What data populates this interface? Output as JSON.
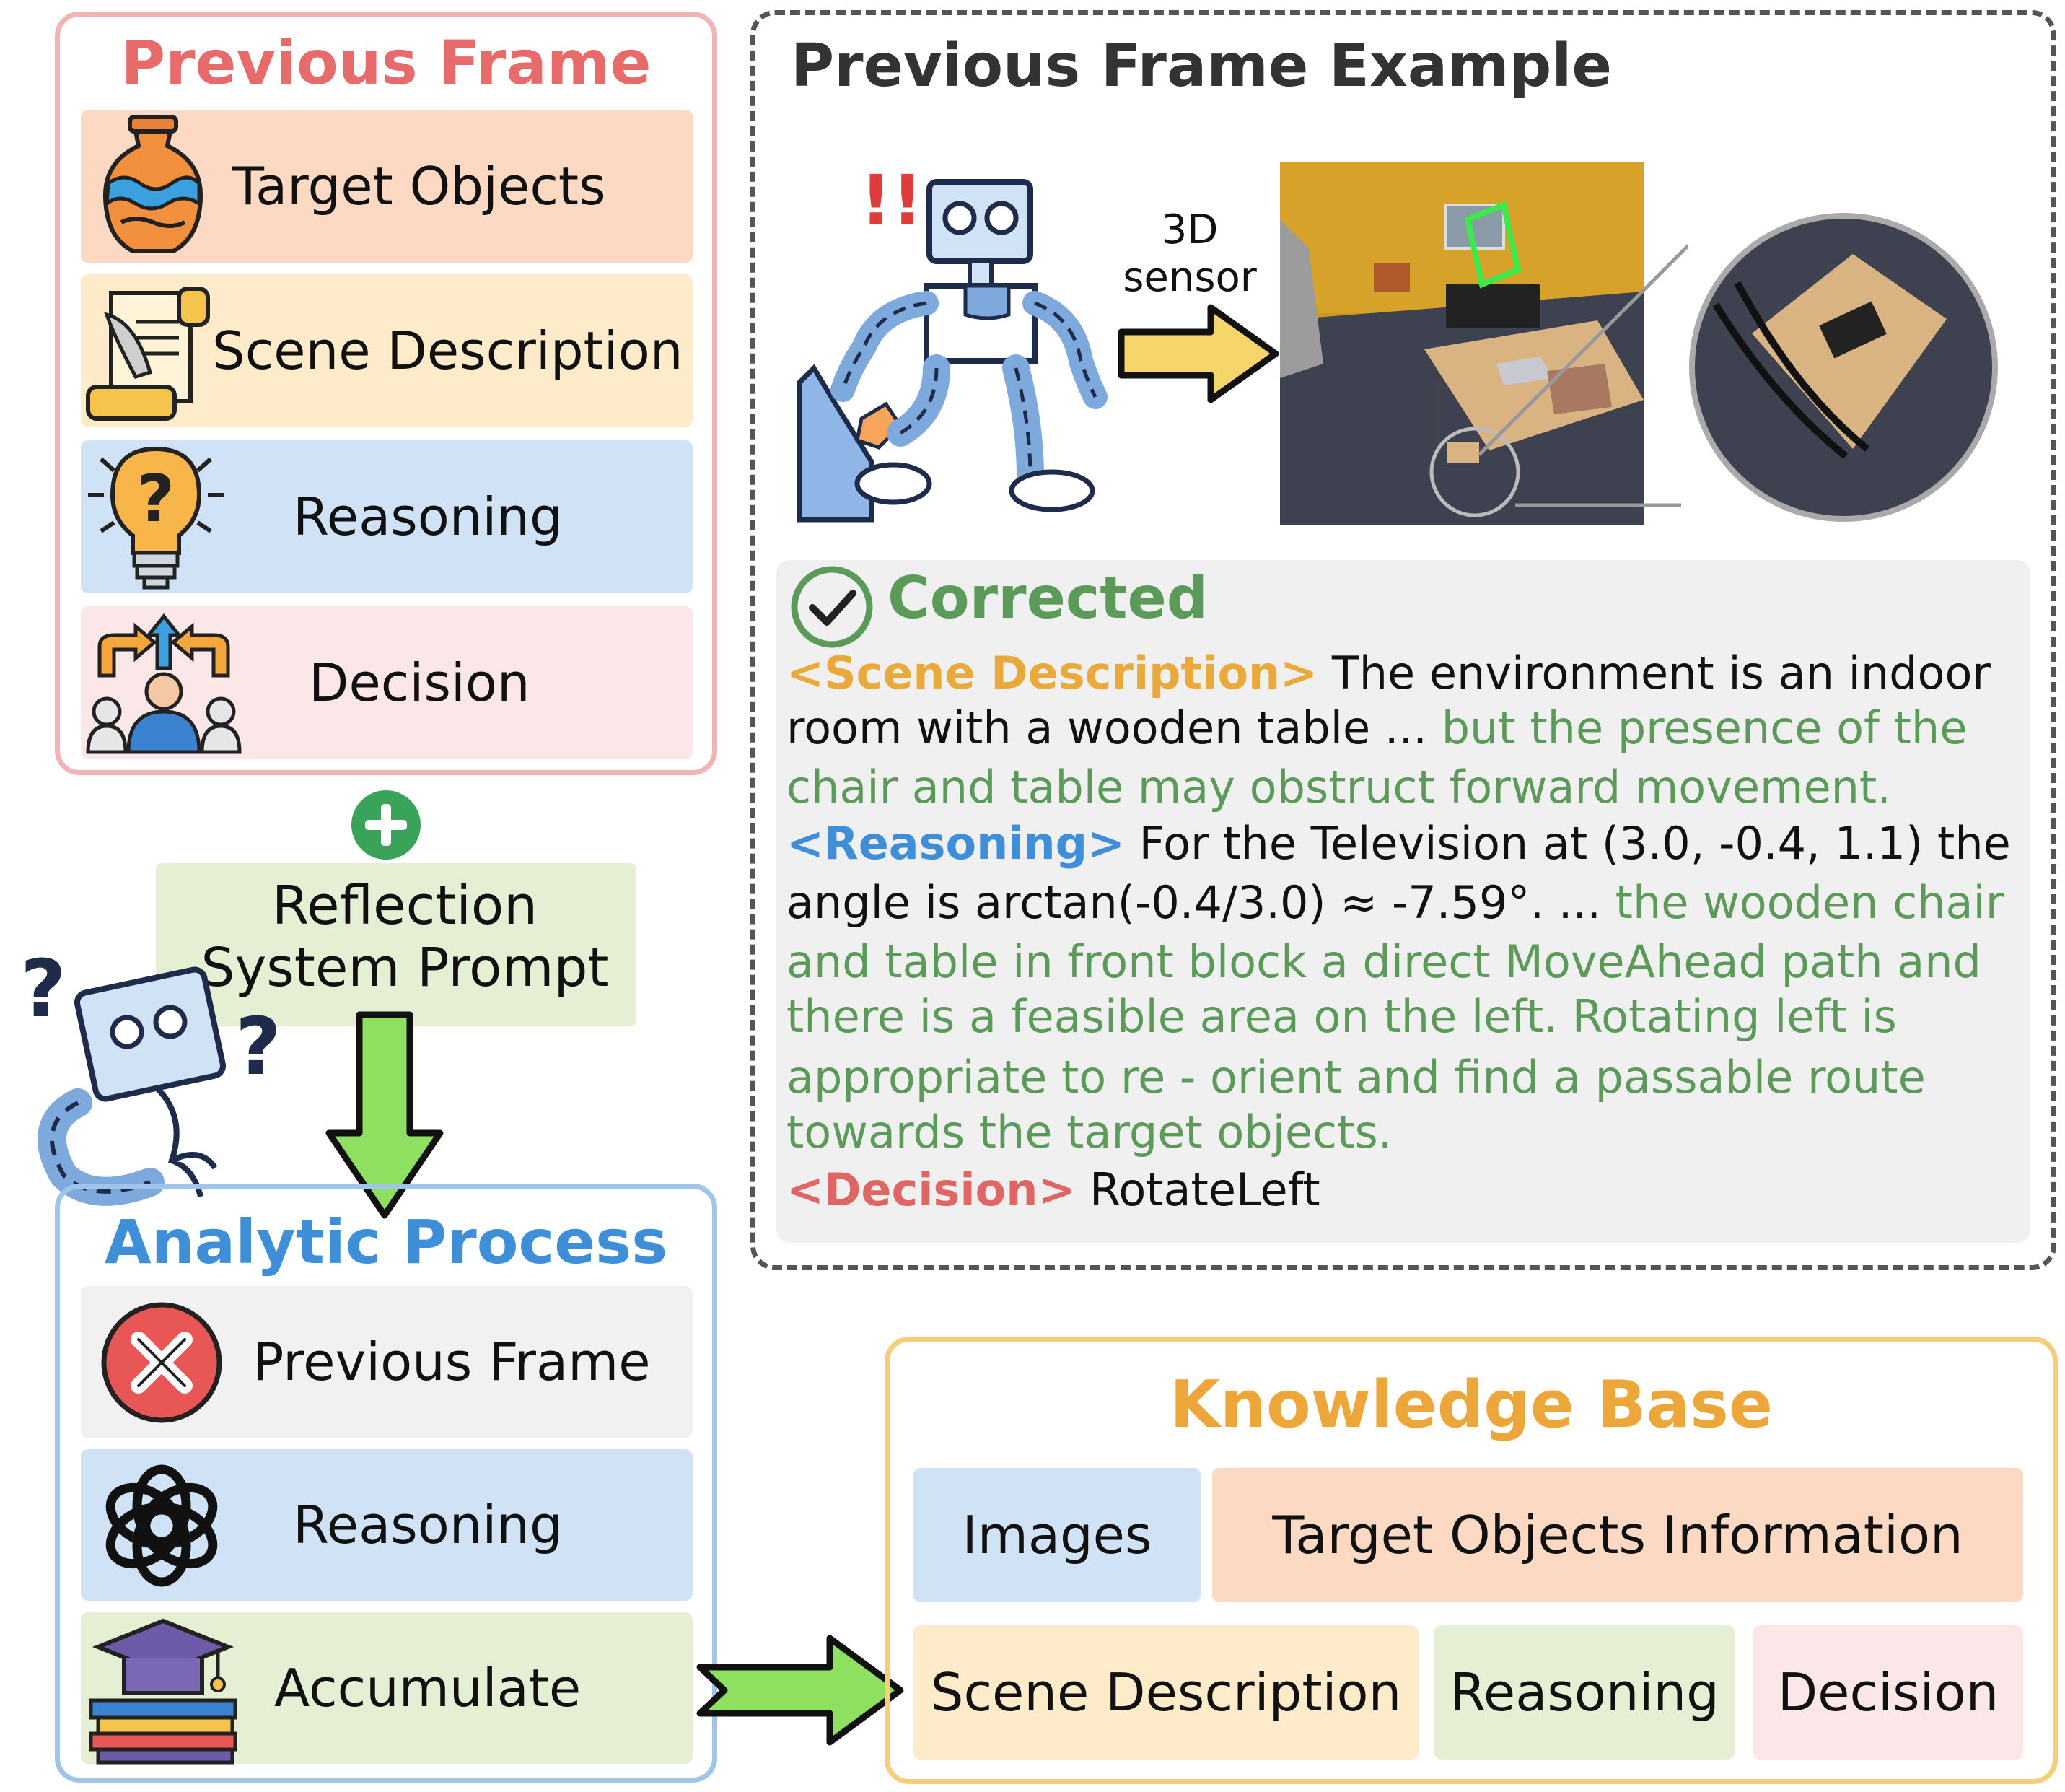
{
  "previous_frame": {
    "title": "Previous Frame",
    "items": [
      {
        "label": "Target Objects",
        "icon": "vase-icon"
      },
      {
        "label": "Scene Description",
        "icon": "scroll-quill-icon"
      },
      {
        "label": "Reasoning",
        "icon": "lightbulb-question-icon"
      },
      {
        "label": "Decision",
        "icon": "decision-arrows-person-icon"
      }
    ]
  },
  "reflection": {
    "line1": "Reflection",
    "line2": "System Prompt"
  },
  "analytic": {
    "title": "Analytic Process",
    "items": [
      {
        "label": "Previous Frame",
        "icon": "error-x-icon"
      },
      {
        "label": "Reasoning",
        "icon": "openai-logo-icon"
      },
      {
        "label": "Accumulate",
        "icon": "graduation-books-icon"
      }
    ]
  },
  "example": {
    "title": "Previous Frame Example",
    "sensor_line1": "3D",
    "sensor_line2": "sensor",
    "corrected_title": "Corrected",
    "scene_tag": "<Scene Description>",
    "scene_text_1": " The environment is an indoor",
    "scene_text_2": "room with a wooden table ...",
    "scene_green_2": " but the presence of the",
    "scene_green_3": "chair and table may obstruct forward movement.",
    "reason_tag": "<Reasoning>",
    "reason_text_1": " For the Television at (3.0, -0.4, 1.1) the",
    "reason_text_2": "angle is arctan(-0.4/3.0) ≈ -7.59°. ...",
    "reason_green_2": " the wooden chair",
    "reason_green_3": "and table in front block a direct MoveAhead path and",
    "reason_green_4": "there is a feasible area on the left. Rotating left is",
    "reason_green_5": "appropriate to re - orient and find a passable route",
    "reason_green_6": "towards the target objects.",
    "decision_tag": "<Decision>",
    "decision_text": " RotateLeft",
    "exclaim": "!!"
  },
  "knowledge_base": {
    "title": "Knowledge Base",
    "cells": {
      "images": "Images",
      "target_info": "Target Objects Information",
      "scene": "Scene Description",
      "reasoning": "Reasoning",
      "decision": "Decision"
    }
  },
  "colors": {
    "previous_frame_border": "#f2b3b3",
    "previous_frame_title": "#e86b6b",
    "analytic_border": "#9fc6ea",
    "analytic_title": "#3f8fd8",
    "kb_border": "#f7cd7a",
    "kb_title": "#eda63a",
    "row_orange": "#fbd9c2",
    "row_yellow": "#fdebc9",
    "row_blue": "#cfe2f6",
    "row_pink": "#fbe7e7",
    "row_gray": "#f1f1f1",
    "row_green": "#e4efd4",
    "scene_tag": "#eaa93b",
    "reason_tag": "#3f8fd8",
    "decision_tag": "#e06565",
    "green_text": "#5c9a5a",
    "arrow_green": "#8fe060"
  }
}
